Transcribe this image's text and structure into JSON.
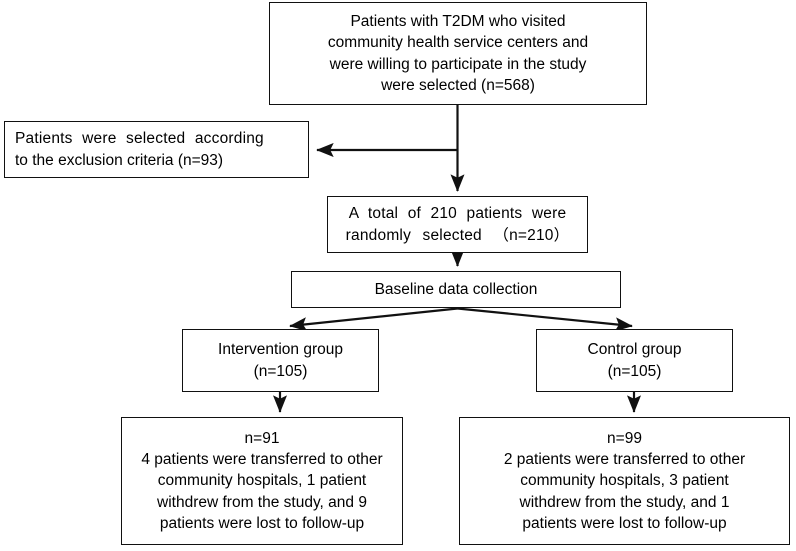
{
  "diagram": {
    "title": "Study participant flow diagram",
    "type": "flowchart",
    "stroke_color": "#111111",
    "background_color": "#ffffff",
    "text_color": "#000000"
  },
  "nodes": {
    "enrollment": {
      "name": "enrollment-box",
      "lines": [
        "Patients with T2DM who visited",
        "community health service centers and",
        "were willing to participate in the study",
        "were selected  (n=568)"
      ],
      "count": 568
    },
    "exclusion": {
      "name": "exclusion-box",
      "lines": [
        "Patients were selected according",
        "to the exclusion criteria  (n=93)"
      ],
      "count": 93
    },
    "randomized": {
      "name": "randomized-box",
      "lines": [
        "A total of 210 patients were",
        "randomly selected （n=210）"
      ],
      "count": 210
    },
    "baseline": {
      "name": "baseline-box",
      "lines": [
        "Baseline data collection"
      ]
    },
    "intervention": {
      "name": "intervention-group-box",
      "lines": [
        "Intervention group",
        "(n=105)"
      ],
      "count": 105
    },
    "control": {
      "name": "control-group-box",
      "lines": [
        "Control group",
        "(n=105)"
      ],
      "count": 105
    },
    "intervention_outcome": {
      "name": "intervention-outcome-box",
      "lines": [
        "n=91",
        "4 patients were transferred to other",
        "community hospitals, 1 patient",
        "withdrew from the study, and 9",
        "patients were lost to follow-up"
      ],
      "count": 91,
      "transferred": 4,
      "withdrew": 1,
      "lost_to_follow_up": 9
    },
    "control_outcome": {
      "name": "control-outcome-box",
      "lines": [
        "n=99",
        "2 patients were transferred to other",
        "community hospitals, 3 patient",
        "withdrew from the study, and 1",
        "patients were lost to follow-up"
      ],
      "count": 99,
      "transferred": 2,
      "withdrew": 3,
      "lost_to_follow_up": 1
    }
  },
  "connectors": [
    {
      "name": "enrollment-to-randomized-arrow",
      "from": "enrollment",
      "to": "randomized",
      "style": "vertical-arrow"
    },
    {
      "name": "enrollment-to-exclusion-arrow",
      "from": "enrollment",
      "to": "exclusion",
      "style": "elbow-left-arrow"
    },
    {
      "name": "randomized-to-baseline-arrow",
      "from": "randomized",
      "to": "baseline",
      "style": "vertical-arrow"
    },
    {
      "name": "baseline-to-intervention-arrow",
      "from": "baseline",
      "to": "intervention",
      "style": "diagonal-arrow"
    },
    {
      "name": "baseline-to-control-arrow",
      "from": "baseline",
      "to": "control",
      "style": "diagonal-arrow"
    },
    {
      "name": "intervention-to-outcome-arrow",
      "from": "intervention",
      "to": "intervention_outcome",
      "style": "vertical-arrow"
    },
    {
      "name": "control-to-outcome-arrow",
      "from": "control",
      "to": "control_outcome",
      "style": "vertical-arrow"
    }
  ]
}
